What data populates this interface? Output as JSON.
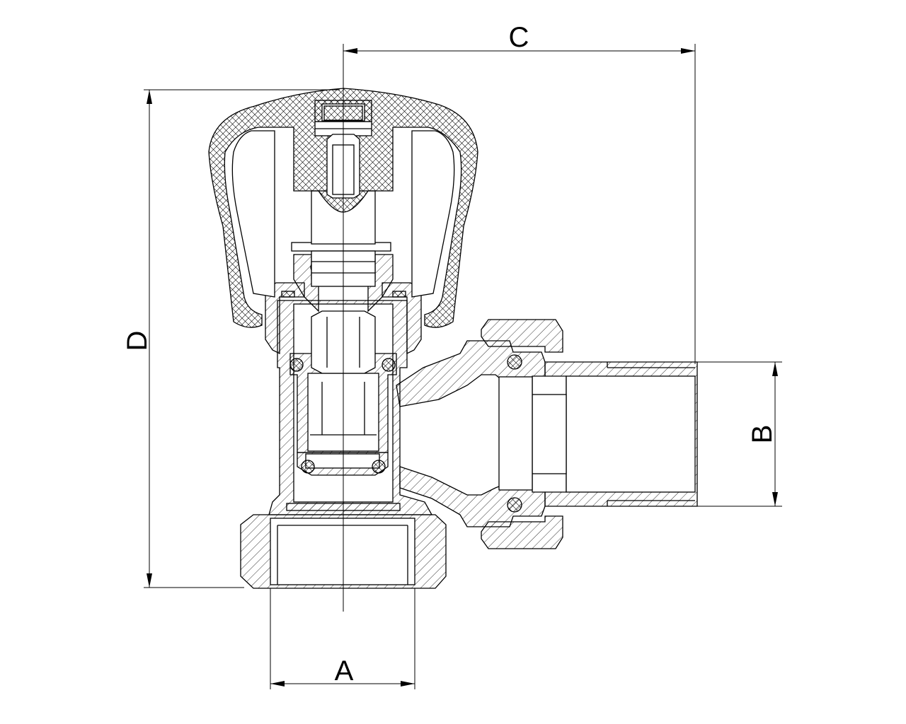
{
  "drawing": {
    "labels": {
      "width_a": "A",
      "height_b": "B",
      "length_c": "C",
      "height_d": "D"
    },
    "colors": {
      "line": "#000000",
      "background": "#ffffff"
    }
  }
}
